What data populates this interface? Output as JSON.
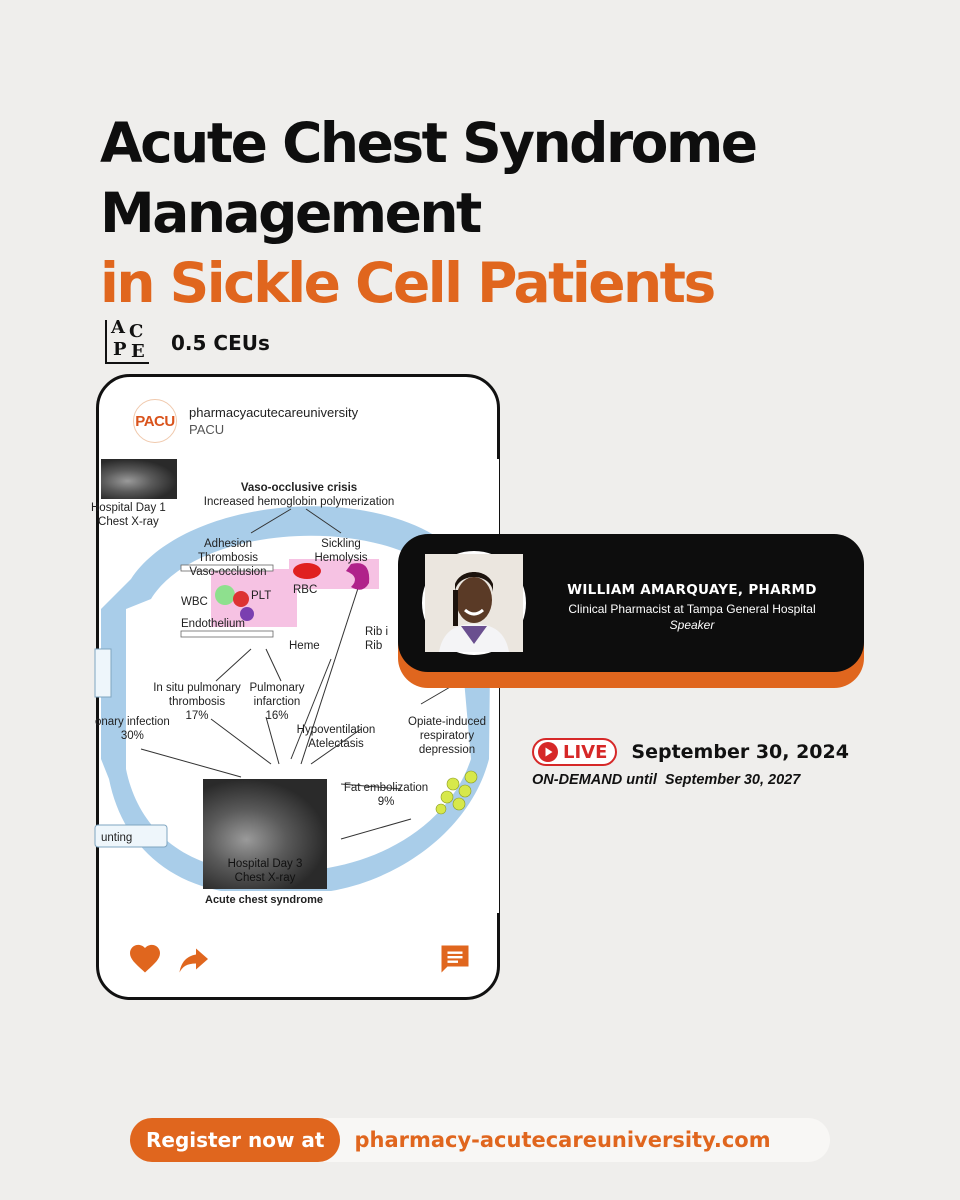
{
  "title": {
    "line1": "Acute Chest Syndrome",
    "line2": "Management",
    "line3": "in Sickle Cell Patients"
  },
  "accreditation": {
    "logo_letters": [
      "A",
      "C",
      "P",
      "E"
    ],
    "ceu": "0.5 CEUs"
  },
  "post": {
    "logo_text": "PACU",
    "username": "pharmacyacutecareuniversity",
    "subtitle": "PACU",
    "diagram": {
      "crisis_title": "Vaso-occlusive crisis",
      "crisis_sub": "Increased hemoglobin polymerization",
      "day1": "Hospital Day 1\nChest X-ray",
      "adhesion": "Adhesion\nThrombosis\nVaso-occlusion",
      "sickling": "Sickling\nHemolysis",
      "rbc": "RBC",
      "wbc": "WBC",
      "plt": "PLT",
      "endothelium": "Endothelium",
      "heme": "Heme",
      "rib": "Rib i",
      "rib2": "Rib",
      "in_situ": "In situ pulmonary\nthrombosis\n17%",
      "infarction": "Pulmonary\ninfarction\n16%",
      "infection": "onary infection\n30%",
      "hypoventilation": "Hypoventilation\nAtelectasis",
      "opiate": "Opiate-induced\nrespiratory\ndepression",
      "fat": "Fat embolization\n9%",
      "shunting": "unting",
      "day3": "Hospital Day 3\nChest X-ray",
      "acs": "Acute chest syndrome"
    },
    "icons": [
      "heart-icon",
      "share-icon",
      "comment-icon"
    ]
  },
  "speaker": {
    "name": "WILLIAM AMARQUAYE, PHARMD",
    "role": "Clinical Pharmacist at Tampa General Hospital",
    "tag": "Speaker"
  },
  "event": {
    "live_label": "LIVE",
    "live_date": "September 30, 2024",
    "on_demand": "ON-DEMAND until  September 30, 2027"
  },
  "register": {
    "button": "Register now at",
    "url": "pharmacy-acutecareuniversity.com"
  },
  "colors": {
    "accent": "#e0661e",
    "background": "#efeeec",
    "dark": "#0d0d0d",
    "live_red": "#d62828"
  }
}
